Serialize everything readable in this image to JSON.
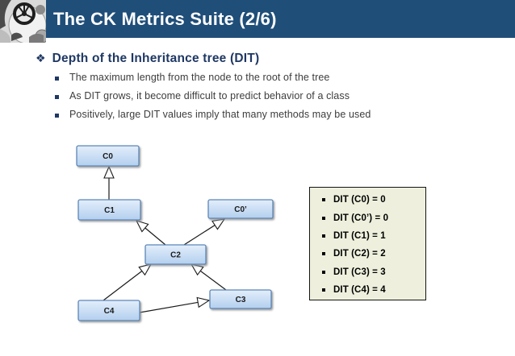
{
  "header": {
    "title": "The CK Metrics Suite (2/6)"
  },
  "content": {
    "heading": "Depth of the Inheritance tree (DIT)",
    "bullets": [
      "The maximum length from the node to the root of the tree",
      "As DIT grows, it become difficult to predict behavior of a class",
      "Positively, large DIT values imply that many methods may be used"
    ]
  },
  "diagram": {
    "nodes": [
      {
        "id": "C0",
        "label": "C0"
      },
      {
        "id": "C1",
        "label": "C1"
      },
      {
        "id": "C0p",
        "label": "C0’"
      },
      {
        "id": "C2",
        "label": "C2"
      },
      {
        "id": "C3",
        "label": "C3"
      },
      {
        "id": "C4",
        "label": "C4"
      }
    ],
    "edges": [
      {
        "from": "C1",
        "to": "C0"
      },
      {
        "from": "C2",
        "to": "C1"
      },
      {
        "from": "C2",
        "to": "C0p"
      },
      {
        "from": "C4",
        "to": "C2"
      },
      {
        "from": "C3",
        "to": "C2"
      },
      {
        "from": "C4",
        "to": "C3"
      }
    ]
  },
  "dit_box": {
    "items": [
      "DIT (C0) = 0",
      "DIT (C0’) = 0",
      "DIT (C1) = 1",
      "DIT (C2) = 2",
      "DIT (C3) = 3",
      "DIT (C4) = 4"
    ]
  },
  "colors": {
    "header_bg": "#1f4e79",
    "heading_text": "#1f3864",
    "body_text": "#3d3d3d",
    "node_border": "#5b87b8",
    "node_fill_top": "#e3eefb",
    "node_fill_bottom": "#b3cfee",
    "dit_box_bg": "#eef0dd"
  }
}
